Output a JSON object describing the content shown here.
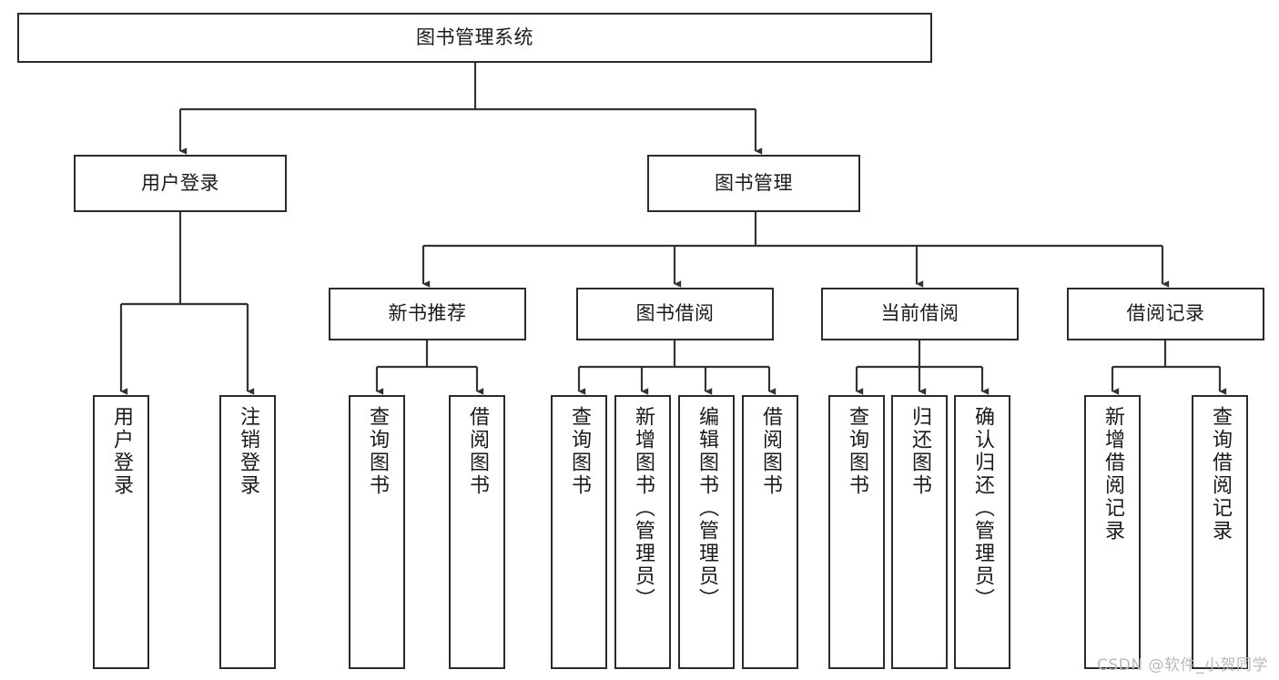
{
  "diagram": {
    "type": "tree",
    "title": "图书管理系统",
    "watermark": "CSDN @软件_小贺同学",
    "colors": {
      "box_border": "#2b2b2b",
      "box_fill": "#ffffff",
      "connector": "#333333",
      "text": "#1a1a1a",
      "watermark": "#b9b9b9",
      "background": "#ffffff"
    },
    "levels": {
      "root": "图书管理系统",
      "level2": [
        "用户登录",
        "图书管理"
      ],
      "level3": [
        "新书推荐",
        "图书借阅",
        "当前借阅",
        "借阅记录"
      ]
    },
    "nodes": {
      "root": {
        "label": "图书管理系统"
      },
      "user_login": {
        "label": "用户登录"
      },
      "book_manage": {
        "label": "图书管理"
      },
      "new_book_rec": {
        "label": "新书推荐"
      },
      "book_borrow": {
        "label": "图书借阅"
      },
      "current_borrow": {
        "label": "当前借阅"
      },
      "borrow_record": {
        "label": "借阅记录"
      },
      "leaf_user_login": {
        "label": "用户登录"
      },
      "leaf_logout": {
        "label": "注销登录"
      },
      "leaf_query_book_a": {
        "label": "查询图书"
      },
      "leaf_borrow_book_a": {
        "label": "借阅图书"
      },
      "leaf_query_book_b": {
        "label": "查询图书"
      },
      "leaf_add_book": {
        "label": "新增图书（管理员）"
      },
      "leaf_edit_book": {
        "label": "编辑图书（管理员）"
      },
      "leaf_borrow_book_b": {
        "label": "借阅图书"
      },
      "leaf_query_book_c": {
        "label": "查询图书"
      },
      "leaf_return_book": {
        "label": "归还图书"
      },
      "leaf_confirm_return": {
        "label": "确认归还（管理员）"
      },
      "leaf_add_record": {
        "label": "新增借阅记录"
      },
      "leaf_query_record": {
        "label": "查询借阅记录"
      }
    },
    "edges": [
      {
        "from": "root",
        "to": "user_login"
      },
      {
        "from": "root",
        "to": "book_manage"
      },
      {
        "from": "user_login",
        "to": "leaf_user_login"
      },
      {
        "from": "user_login",
        "to": "leaf_logout"
      },
      {
        "from": "book_manage",
        "to": "new_book_rec"
      },
      {
        "from": "book_manage",
        "to": "book_borrow"
      },
      {
        "from": "book_manage",
        "to": "current_borrow"
      },
      {
        "from": "book_manage",
        "to": "borrow_record"
      },
      {
        "from": "new_book_rec",
        "to": "leaf_query_book_a"
      },
      {
        "from": "new_book_rec",
        "to": "leaf_borrow_book_a"
      },
      {
        "from": "book_borrow",
        "to": "leaf_query_book_b"
      },
      {
        "from": "book_borrow",
        "to": "leaf_add_book"
      },
      {
        "from": "book_borrow",
        "to": "leaf_edit_book"
      },
      {
        "from": "book_borrow",
        "to": "leaf_borrow_book_b"
      },
      {
        "from": "current_borrow",
        "to": "leaf_query_book_c"
      },
      {
        "from": "current_borrow",
        "to": "leaf_return_book"
      },
      {
        "from": "current_borrow",
        "to": "leaf_confirm_return"
      },
      {
        "from": "borrow_record",
        "to": "leaf_add_record"
      },
      {
        "from": "borrow_record",
        "to": "leaf_query_record"
      }
    ]
  }
}
